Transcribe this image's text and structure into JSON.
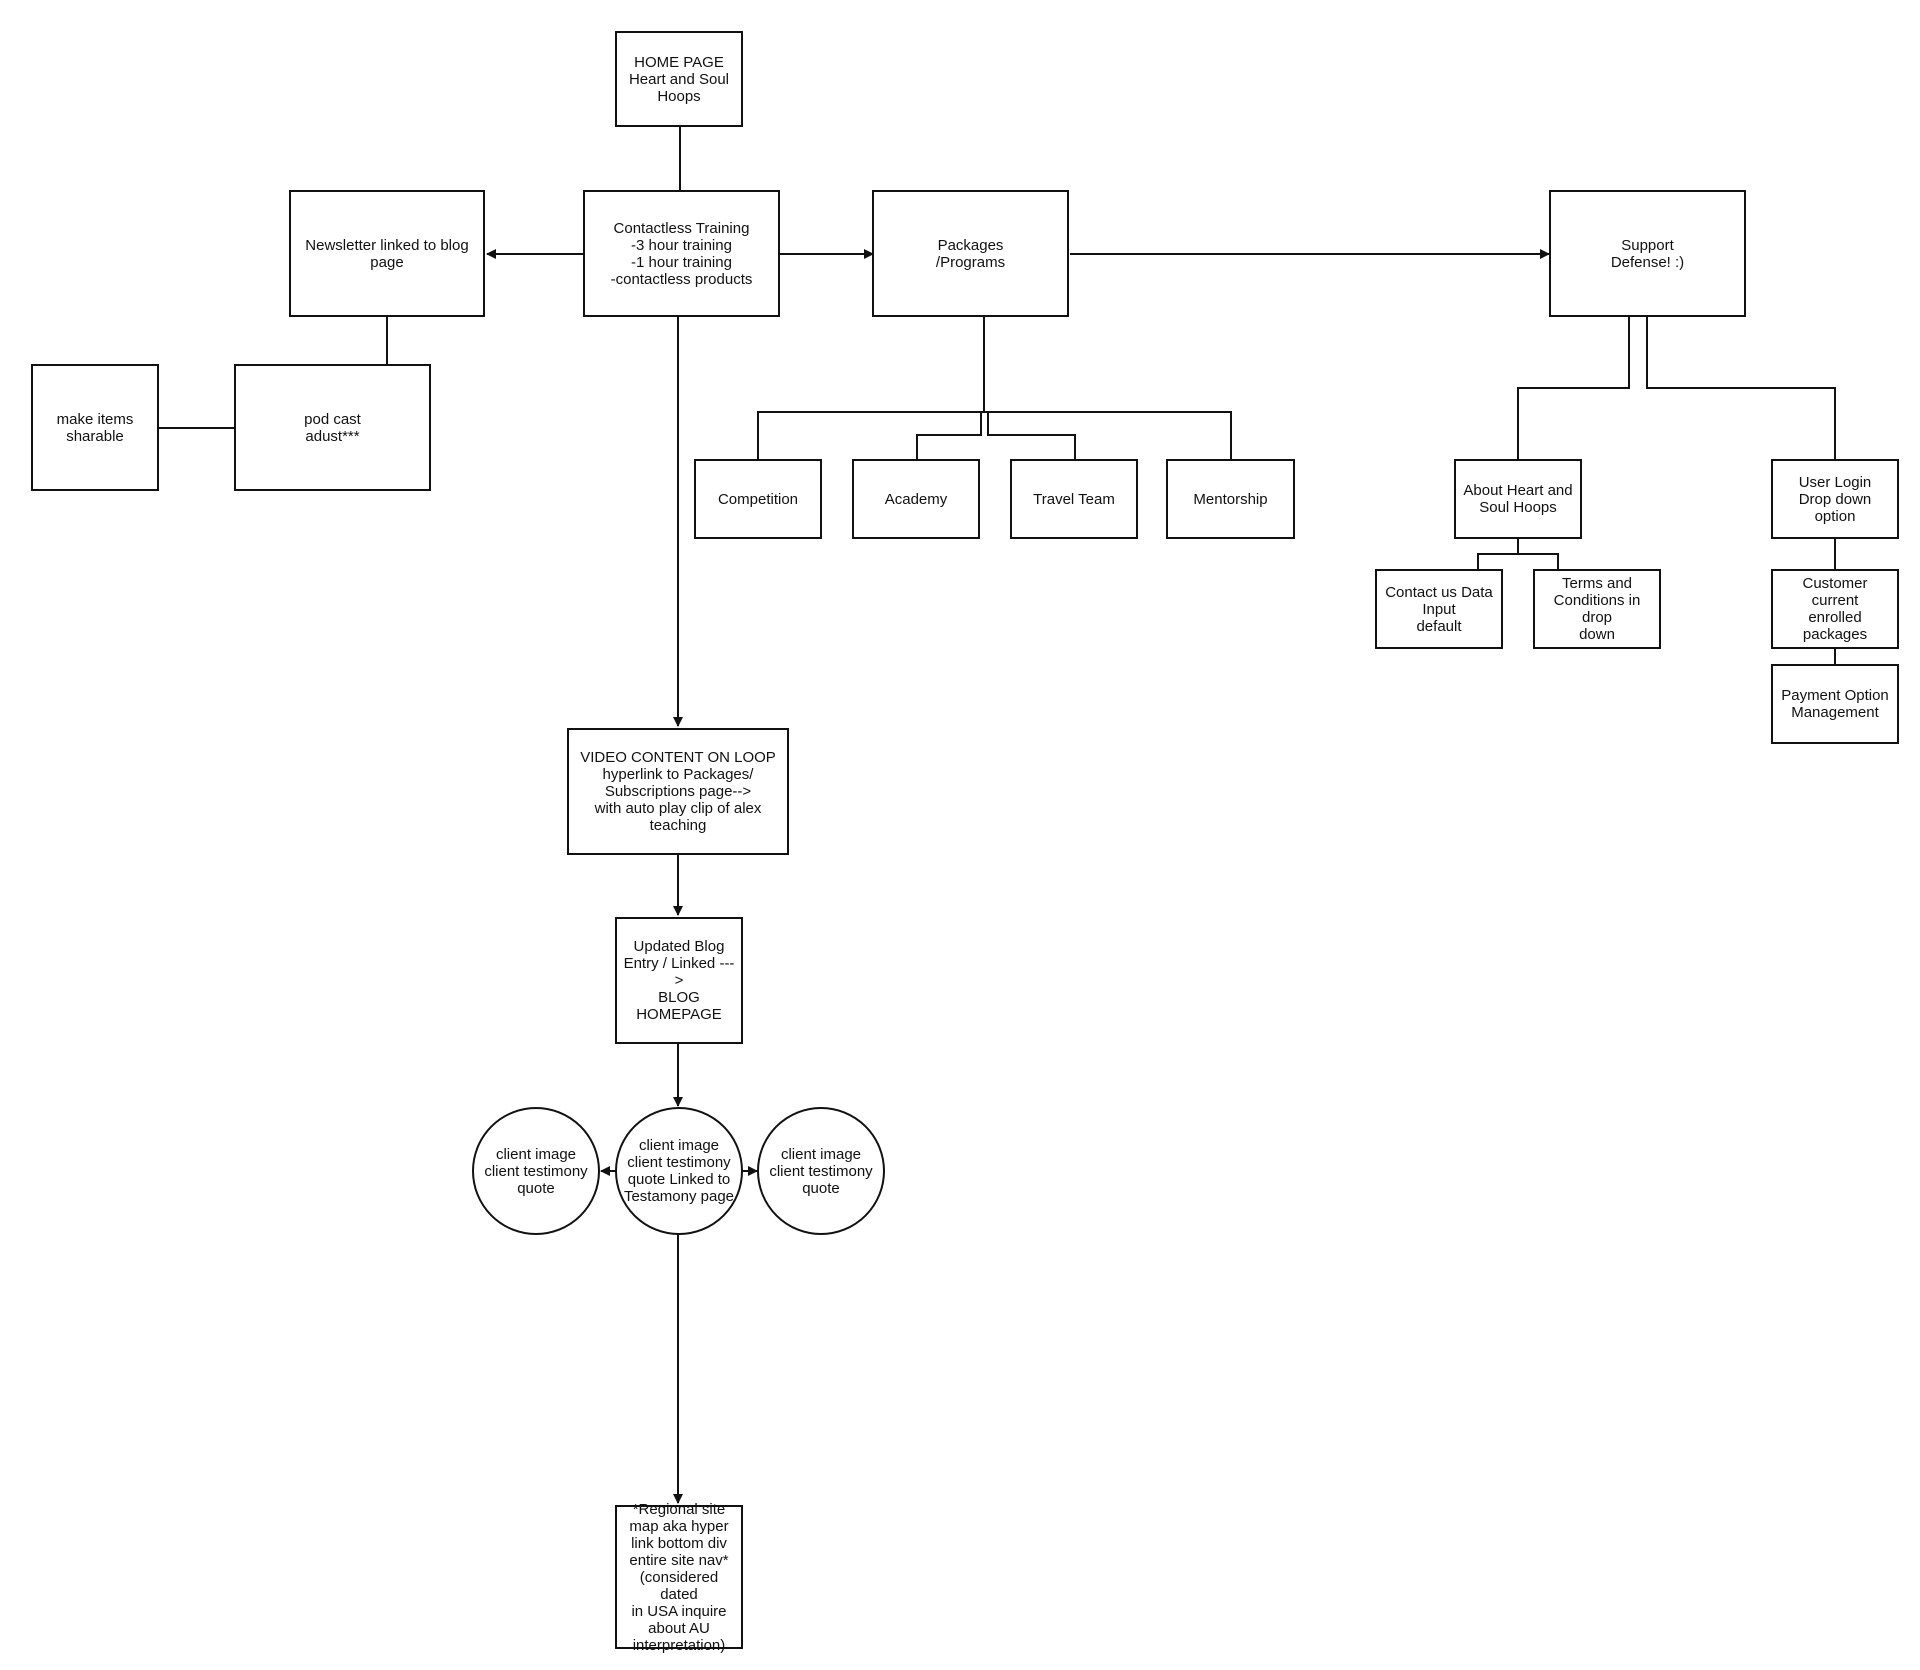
{
  "diagram": {
    "line_color": "#111111",
    "nodes": {
      "home": "HOME PAGE\nHeart and Soul\nHoops",
      "contactless": "Contactless Training\n-3 hour training\n-1 hour training\n-contactless products",
      "newsletter": "Newsletter linked to blog\npage",
      "packages": "Packages\n/Programs",
      "support": "Support\nDefense! :)",
      "podcast": "pod cast\nadust***",
      "make_items": "make items\nsharable",
      "competition": "Competition",
      "academy": "Academy",
      "travel_team": "Travel Team",
      "mentorship": "Mentorship",
      "about": "About Heart and\nSoul Hoops",
      "user_login": "User Login\nDrop down option",
      "contact_us": "Contact us Data\nInput\ndefault",
      "terms": "Terms and\nConditions in drop\ndown",
      "customer_packages": "Customer current\nenrolled packages",
      "payment": "Payment Option\nManagement",
      "video": "VIDEO CONTENT ON LOOP\nhyperlink to Packages/\nSubscriptions page-->\nwith auto play clip of alex\nteaching",
      "blog": "Updated Blog\nEntry / Linked --- >\nBLOG\nHOMEPAGE",
      "client_left": "client image\nclient testimony\nquote",
      "client_center": "client image\nclient testimony\nquote Linked to\nTestamony page",
      "client_right": "client image\nclient testimony\nquote",
      "sitemap": "*Regional site\nmap aka hyper\nlink bottom div\nentire site nav*\n(considered dated\nin USA inquire\nabout AU\ninterpretation)"
    }
  }
}
